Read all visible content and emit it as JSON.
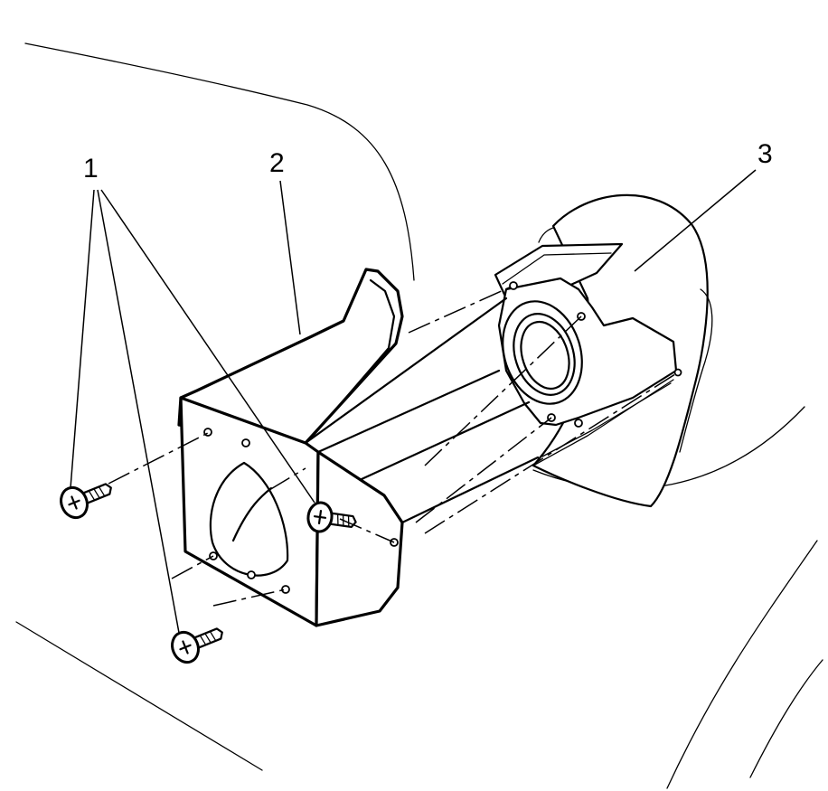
{
  "diagram": {
    "callouts": [
      {
        "id": "callout-1",
        "label": "1"
      },
      {
        "id": "callout-2",
        "label": "2"
      },
      {
        "id": "callout-3",
        "label": "3"
      }
    ],
    "icons": {
      "screw": "screw-icon",
      "bracket": "bracket-icon",
      "housing": "housing-icon"
    },
    "colors": {
      "line": "#000000",
      "background": "#ffffff"
    }
  }
}
